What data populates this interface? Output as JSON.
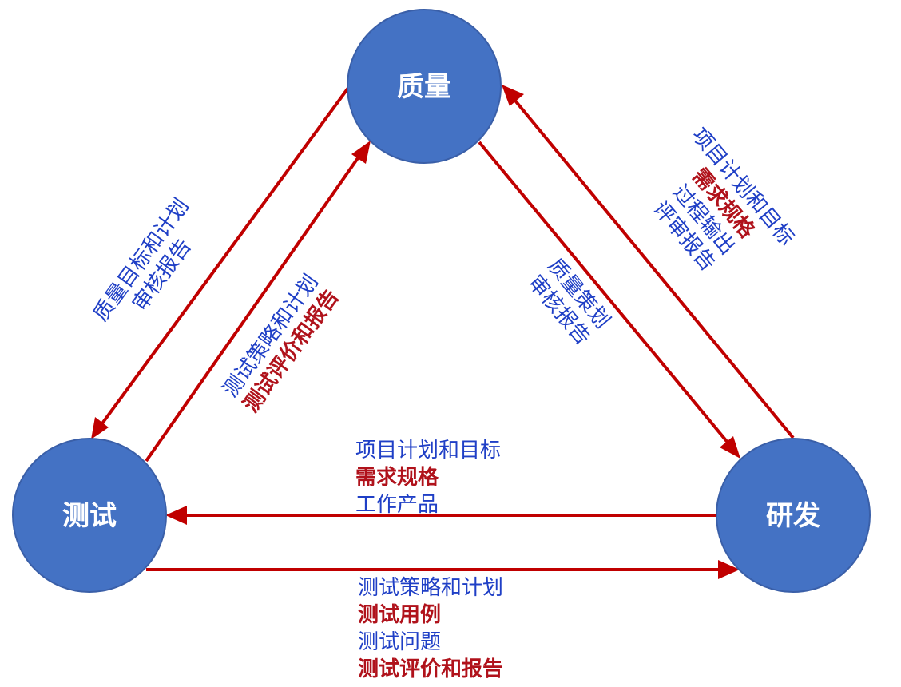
{
  "colors": {
    "node_fill": "#4472c4",
    "node_stroke": "#3a5fa8",
    "arrow": "#c00000",
    "text_blue": "#1f3fc6",
    "text_red": "#b0121b"
  },
  "nodes": {
    "quality": "质量",
    "test": "测试",
    "dev": "研发"
  },
  "edges": {
    "quality_to_test": [
      "质量目标和计划",
      "审核报告"
    ],
    "test_to_quality": [
      "测试策略和计划",
      "测试评价和报告"
    ],
    "quality_to_dev": [
      "质量策划",
      "审核报告"
    ],
    "dev_to_quality": [
      "项目计划和目标",
      "需求规格",
      "过程输出",
      "评审报告"
    ],
    "dev_to_test": [
      "项目计划和目标",
      "需求规格",
      "工作产品"
    ],
    "test_to_dev": [
      "测试策略和计划",
      "测试用例",
      "测试问题",
      "测试评价和报告"
    ]
  }
}
